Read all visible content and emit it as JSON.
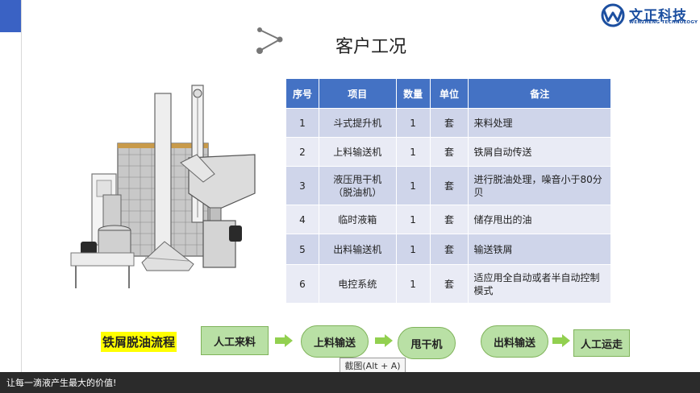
{
  "brand": {
    "name": "文正科技",
    "subtitle": "WENZHENG TECHNOLOGY",
    "color": "#1c4fa0"
  },
  "slide": {
    "title": "客户工况",
    "icons": {
      "header": "share-icon",
      "illustration": "machine-illustration"
    }
  },
  "table": {
    "headers": [
      "序号",
      "项目",
      "数量",
      "单位",
      "备注"
    ],
    "rows": [
      {
        "no": "1",
        "item": "斗式提升机",
        "qty": "1",
        "unit": "套",
        "note": "来料处理"
      },
      {
        "no": "2",
        "item": "上料输送机",
        "qty": "1",
        "unit": "套",
        "note": "铁屑自动传送"
      },
      {
        "no": "3",
        "item": "液压甩干机\n（脱油机）",
        "qty": "1",
        "unit": "套",
        "note": "进行脱油处理，噪音小于80分贝"
      },
      {
        "no": "4",
        "item": "临时液箱",
        "qty": "1",
        "unit": "套",
        "note": "储存甩出的油"
      },
      {
        "no": "5",
        "item": "出料输送机",
        "qty": "1",
        "unit": "套",
        "note": "输送铁屑"
      },
      {
        "no": "6",
        "item": "电控系统",
        "qty": "1",
        "unit": "套",
        "note": "适应用全自动或者半自动控制模式"
      }
    ],
    "colors": {
      "header": "#4472c4",
      "row_odd": "#cfd5ea",
      "row_even": "#e9ebf5"
    }
  },
  "flow": {
    "label": "铁屑脱油流程",
    "steps": [
      "人工来料",
      "上料输送",
      "甩干机",
      "出料输送",
      "人工运走"
    ],
    "colors": {
      "box": "#b9e0a5",
      "arrow": "#92d050",
      "highlight": "#ffff00"
    }
  },
  "tooltip": {
    "text": "截图(Alt + A)"
  },
  "footer": {
    "slogan": "让每一滴液产生最大的价值!"
  }
}
